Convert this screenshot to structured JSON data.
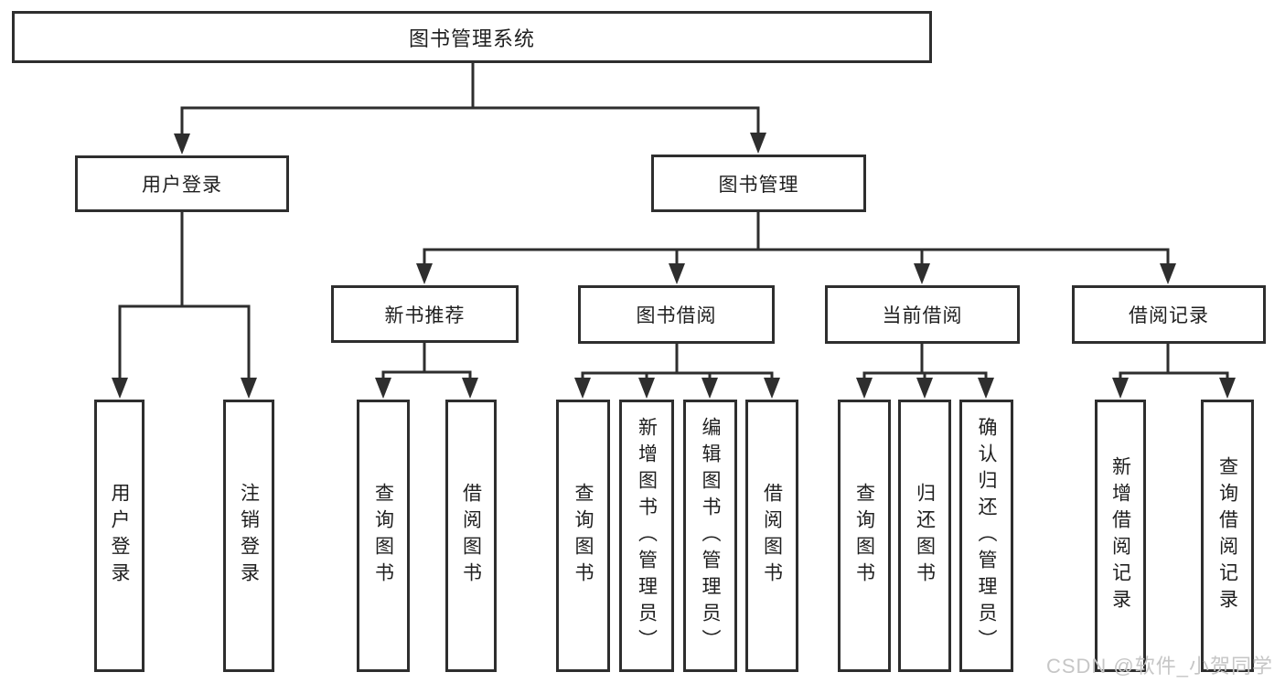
{
  "colors": {
    "line": "#2e2e2e",
    "text": "#1f1f1f",
    "watermark": "#c6c6c6",
    "background": "#ffffff"
  },
  "watermark": {
    "text": "CSDN @软件_小贺同学"
  },
  "tree": {
    "label": "图书管理系统",
    "children": [
      {
        "label": "用户登录",
        "children": [
          {
            "label": "用户登录"
          },
          {
            "label": "注销登录"
          }
        ]
      },
      {
        "label": "图书管理",
        "children": [
          {
            "label": "新书推荐",
            "children": [
              {
                "label": "查询图书"
              },
              {
                "label": "借阅图书"
              }
            ]
          },
          {
            "label": "图书借阅",
            "children": [
              {
                "label": "查询图书"
              },
              {
                "label": "新增图书（管理员）"
              },
              {
                "label": "编辑图书（管理员）"
              },
              {
                "label": "借阅图书"
              }
            ]
          },
          {
            "label": "当前借阅",
            "children": [
              {
                "label": "查询图书"
              },
              {
                "label": "归还图书"
              },
              {
                "label": "确认归还（管理员）"
              }
            ]
          },
          {
            "label": "借阅记录",
            "children": [
              {
                "label": "新增借阅记录"
              },
              {
                "label": "查询借阅记录"
              }
            ]
          }
        ]
      }
    ]
  }
}
